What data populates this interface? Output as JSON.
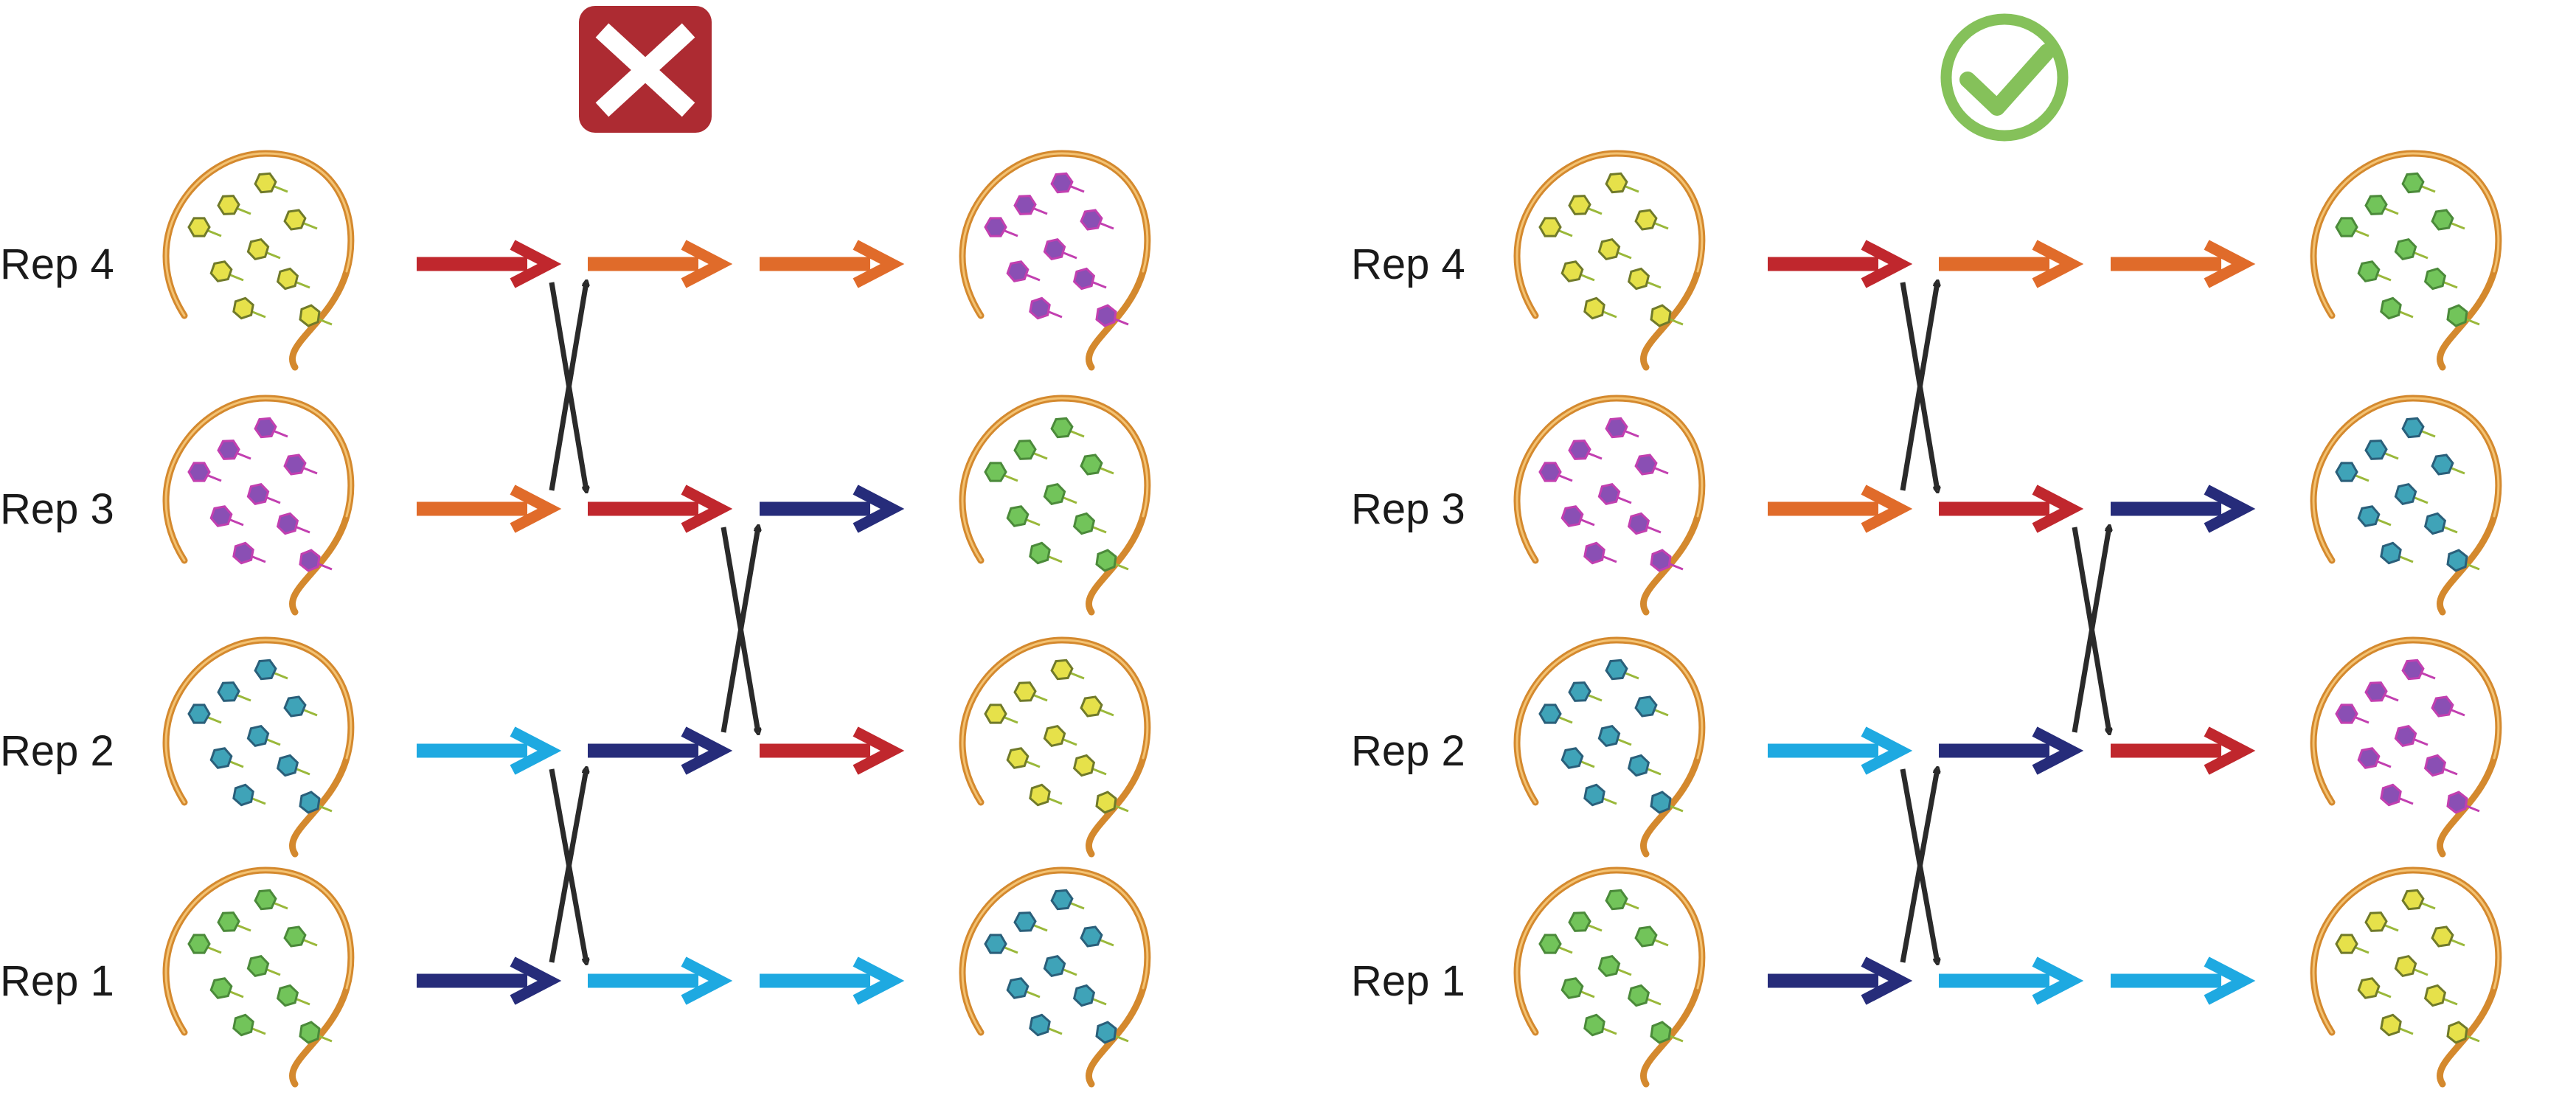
{
  "colors": {
    "red": "#c0272d",
    "orange": "#e06b2a",
    "navy": "#262c7a",
    "cyan": "#1ea9e1",
    "swap_arrow": "#2a2a2a",
    "reject_badge": "#ad2b32",
    "accept_badge": "#85c15a"
  },
  "icons": {
    "reject": "cross-icon",
    "accept": "check-circle-icon"
  },
  "panels": [
    {
      "name": "rejected",
      "badge_icon": "cross-icon",
      "rows": [
        {
          "label": "Rep 4",
          "arrows": [
            "red",
            "orange",
            "orange"
          ],
          "start_structure": "yellow",
          "end_structure": "magenta"
        },
        {
          "label": "Rep 3",
          "arrows": [
            "orange",
            "red",
            "navy"
          ],
          "start_structure": "magenta",
          "end_structure": "green"
        },
        {
          "label": "Rep 2",
          "arrows": [
            "cyan",
            "navy",
            "red"
          ],
          "start_structure": "cyan",
          "end_structure": "yellow"
        },
        {
          "label": "Rep 1",
          "arrows": [
            "navy",
            "cyan",
            "cyan"
          ],
          "start_structure": "green",
          "end_structure": "cyan"
        }
      ]
    },
    {
      "name": "accepted",
      "badge_icon": "check-circle-icon",
      "rows": [
        {
          "label": "Rep 4",
          "arrows": [
            "red",
            "orange",
            "orange"
          ],
          "start_structure": "yellow",
          "end_structure": "green"
        },
        {
          "label": "Rep 3",
          "arrows": [
            "orange",
            "red",
            "navy"
          ],
          "start_structure": "magenta",
          "end_structure": "cyan"
        },
        {
          "label": "Rep 2",
          "arrows": [
            "cyan",
            "navy",
            "red"
          ],
          "start_structure": "cyan",
          "end_structure": "magenta"
        },
        {
          "label": "Rep 1",
          "arrows": [
            "navy",
            "cyan",
            "cyan"
          ],
          "start_structure": "green",
          "end_structure": "yellow"
        }
      ]
    }
  ]
}
